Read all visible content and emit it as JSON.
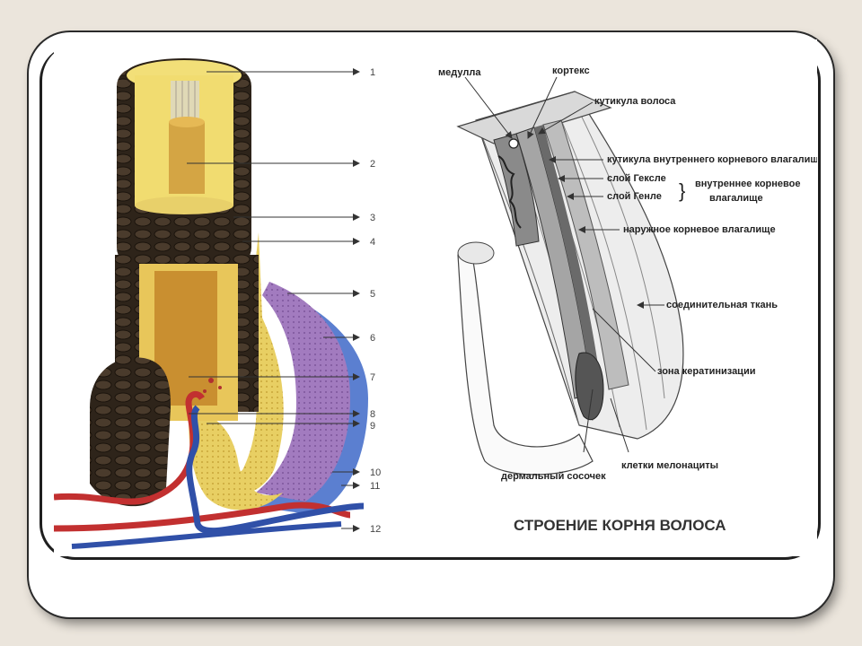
{
  "left_diagram": {
    "numbers": [
      "1",
      "2",
      "3",
      "4",
      "5",
      "6",
      "7",
      "8",
      "9",
      "10",
      "11",
      "12"
    ]
  },
  "right_diagram": {
    "labels": {
      "medulla": "медулла",
      "cortex": "кортекс",
      "hair_cuticle": "кутикула волоса",
      "inner_sheath_cuticle": "кутикула внутреннего корневого влагалища",
      "huxley_layer": "слой Гексле",
      "henle_layer": "слой Генле",
      "inner_sheath_1": "внутреннее корневое",
      "inner_sheath_2": "влагалище",
      "outer_sheath": "наружное корневое влагалище",
      "connective": "соединительная ткань",
      "keratin_zone": "зона кератинизации",
      "melanocytes": "клетки мелонациты",
      "papilla": "дермальный сосочек"
    },
    "caption": "СТРОЕНИЕ КОРНЯ ВОЛОСА"
  },
  "colors": {
    "yellow": "#f0dc70",
    "brown": "#3a2c20",
    "gold": "#c8902e",
    "purple": "#9a72b8",
    "blue": "#5577c8",
    "red": "#c03030",
    "vein": "#3050a8"
  }
}
